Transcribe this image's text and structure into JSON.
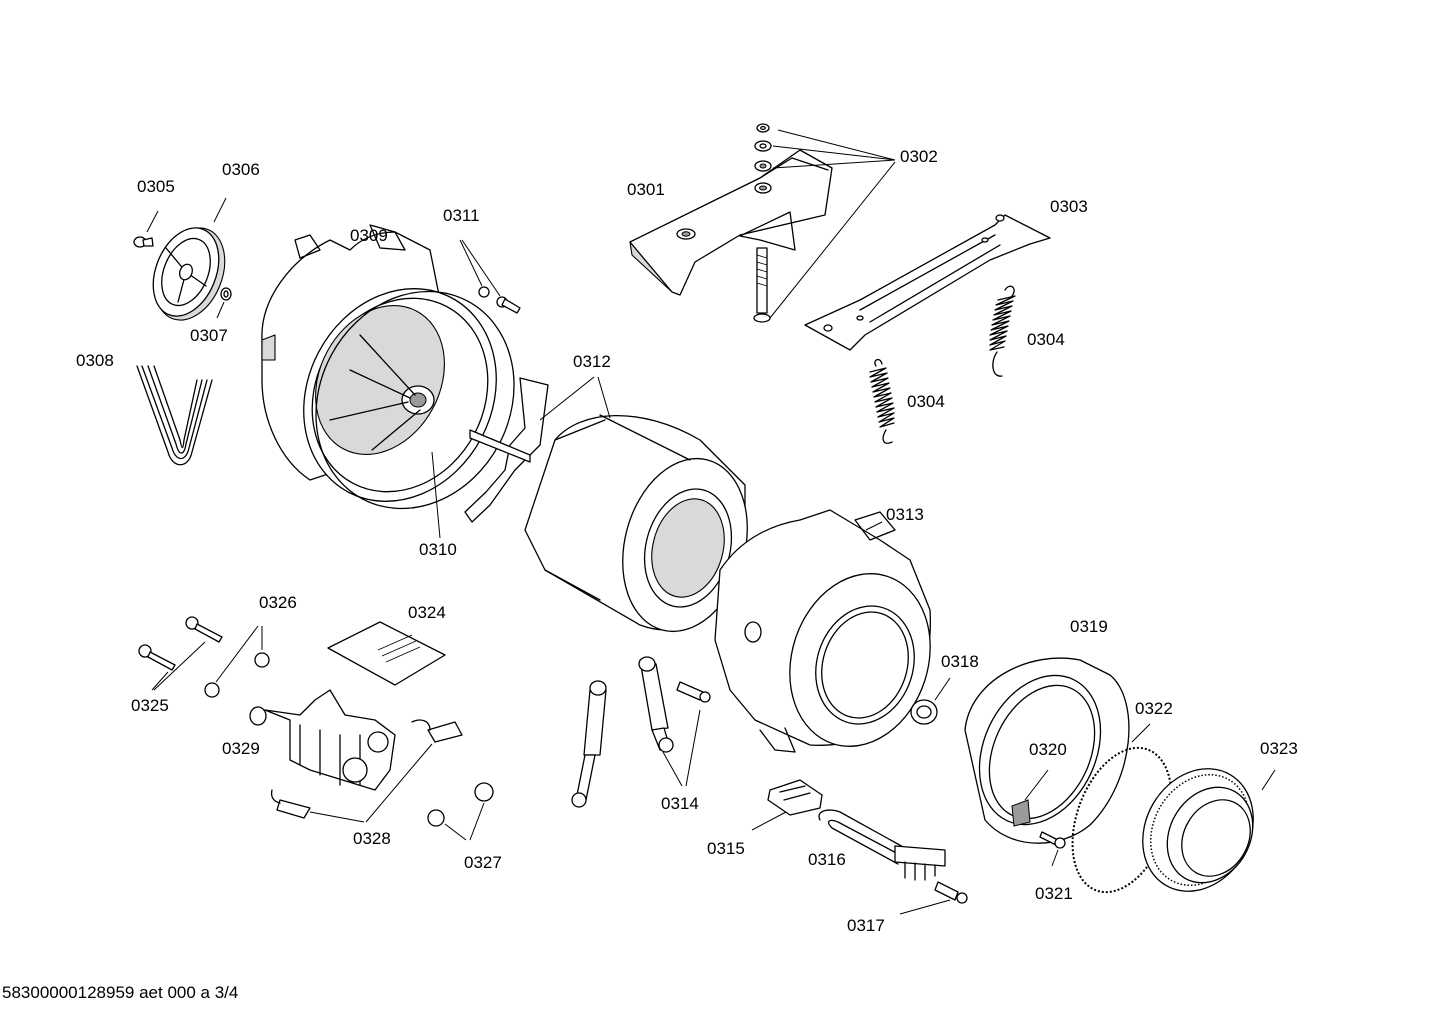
{
  "labels": {
    "p0301": "0301",
    "p0302": "0302",
    "p0303": "0303",
    "p0304a": "0304",
    "p0304b": "0304",
    "p0305": "0305",
    "p0306": "0306",
    "p0307": "0307",
    "p0308": "0308",
    "p0309": "0309",
    "p0310": "0310",
    "p0311": "0311",
    "p0312": "0312",
    "p0313": "0313",
    "p0314": "0314",
    "p0315": "0315",
    "p0316": "0316",
    "p0317": "0317",
    "p0318": "0318",
    "p0319": "0319",
    "p0320": "0320",
    "p0321": "0321",
    "p0322": "0322",
    "p0323": "0323",
    "p0324": "0324",
    "p0325": "0325",
    "p0326": "0326",
    "p0327": "0327",
    "p0328": "0328",
    "p0329": "0329"
  },
  "footer": "58300000128959 aet 000 a 3/4"
}
